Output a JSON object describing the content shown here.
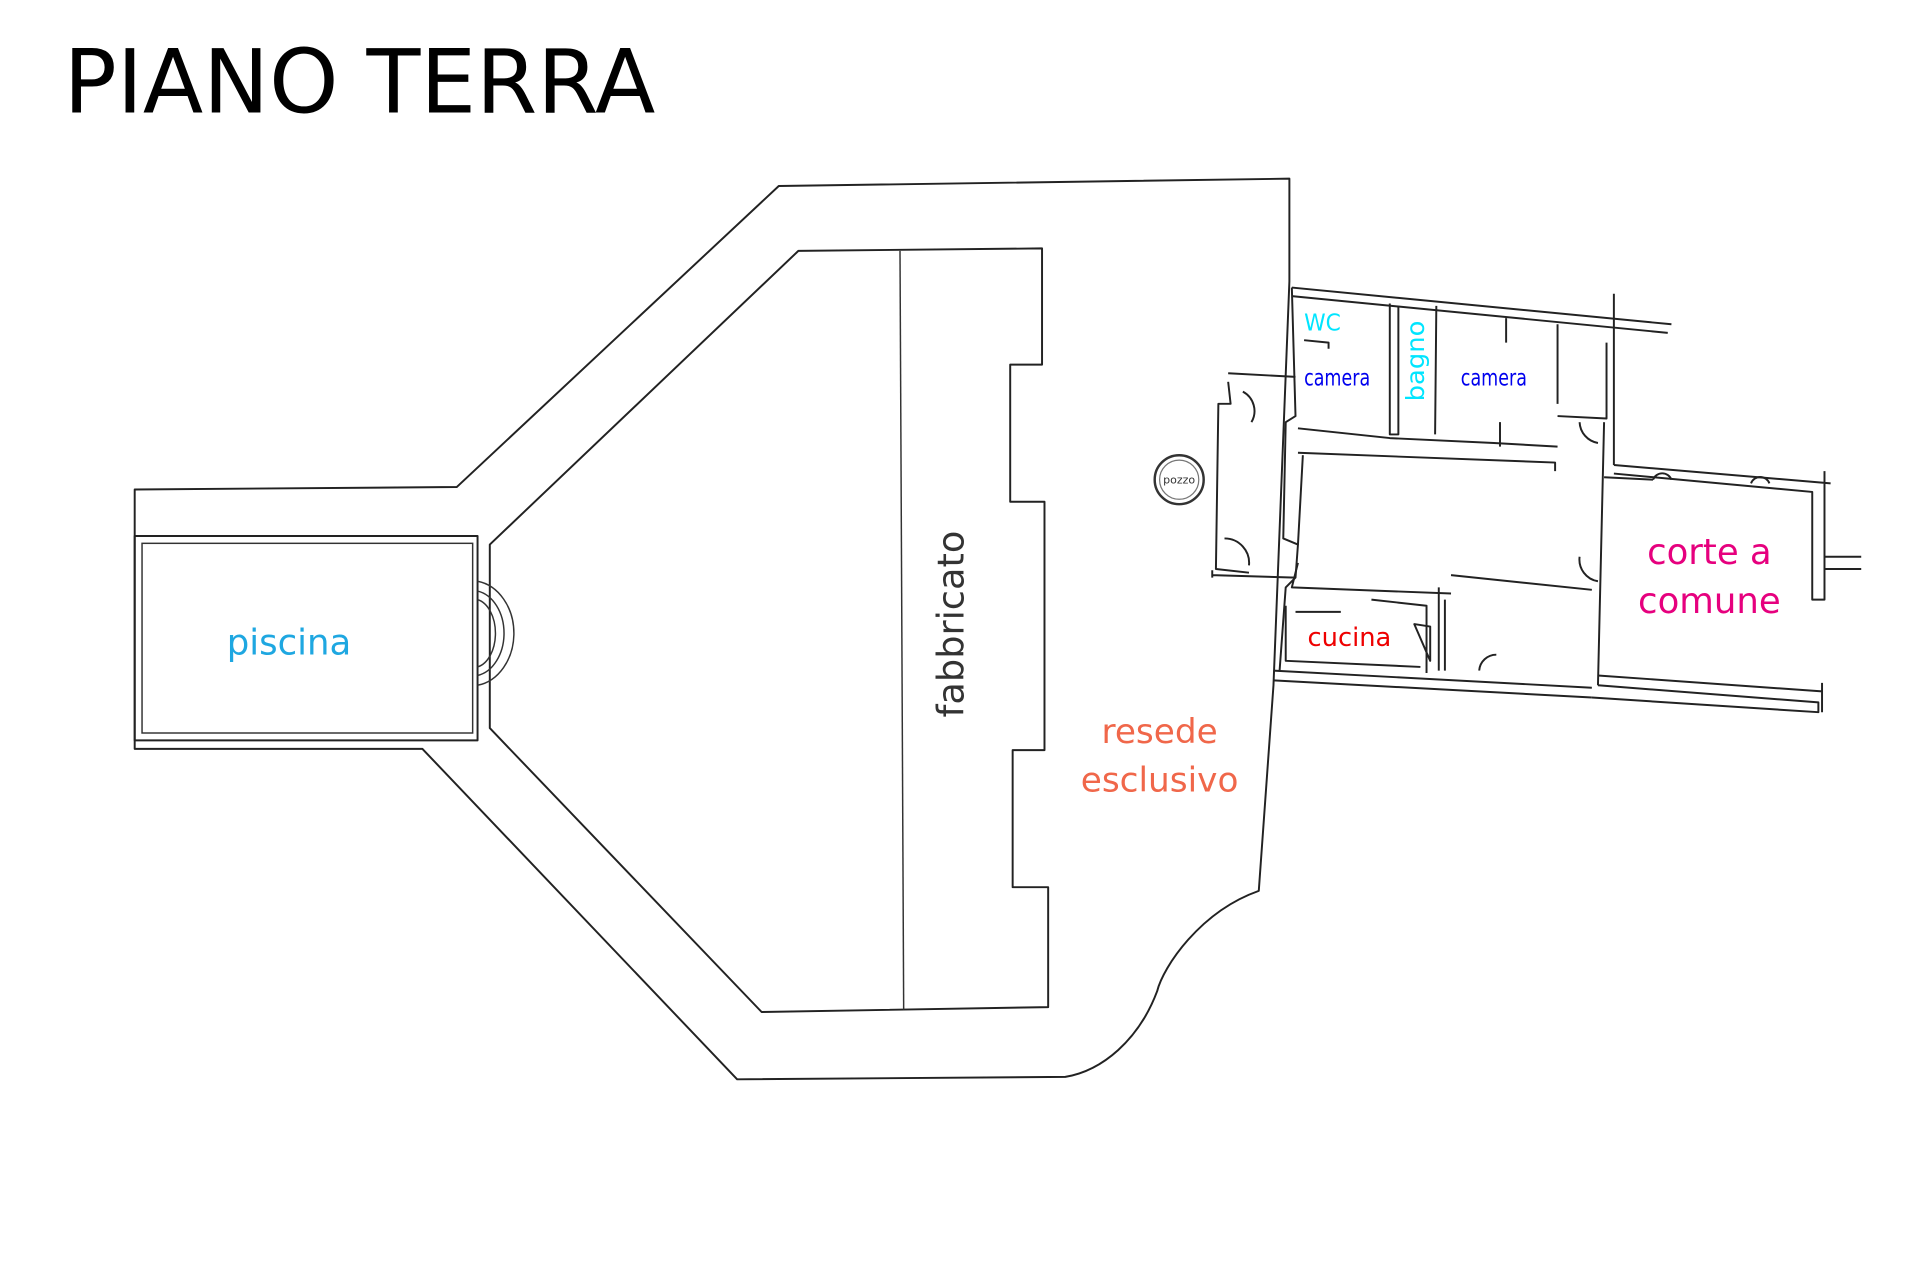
{
  "title": "PIANO TERRA",
  "labels": {
    "piscina": "piscina",
    "fabbricato": "fabbricato",
    "resede_line1": "resede",
    "resede_line2": "esclusivo",
    "pozzo": "pozzo",
    "wc": "WC",
    "camera_1": "camera",
    "bagno": "bagno",
    "camera_2": "camera",
    "cucina": "cucina",
    "corte_line1": "corte a",
    "corte_line2": "comune"
  },
  "colors": {
    "piscina": "#1ea7e1",
    "fabbricato": "#333333",
    "resede": "#f0674a",
    "wc_bagno": "#00e5ff",
    "camera": "#0000ee",
    "cucina": "#ee0000",
    "corte": "#e6007e"
  }
}
